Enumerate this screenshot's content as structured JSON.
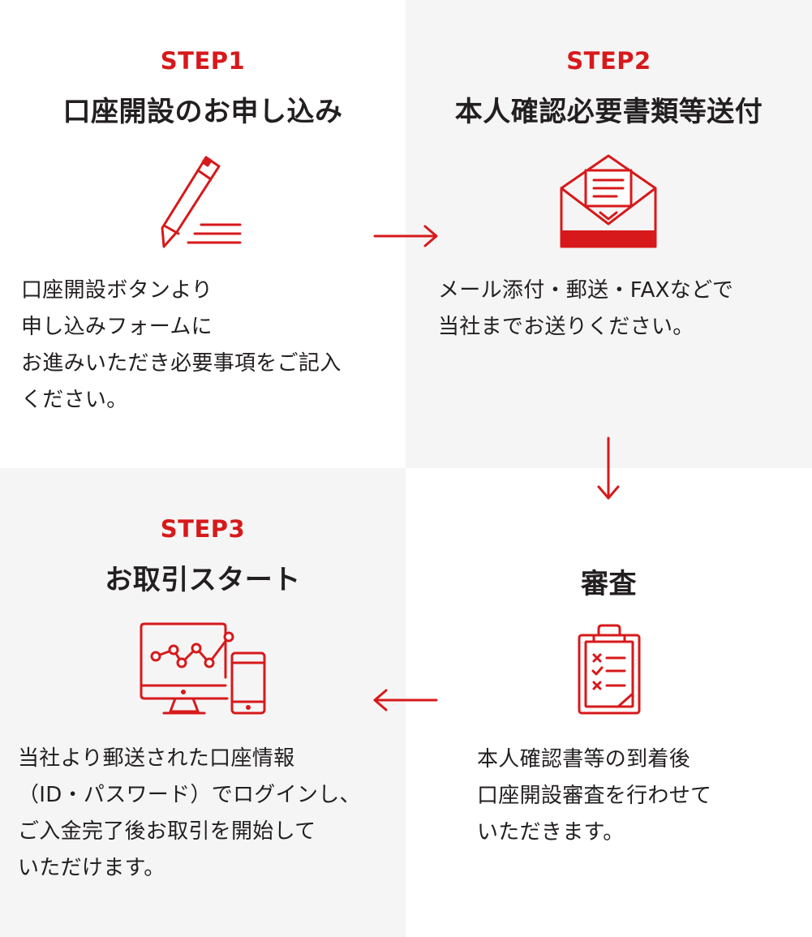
{
  "steps": [
    {
      "label": "STEP1",
      "title": "口座開設のお申し込み",
      "icon": "pencil-icon",
      "lines": [
        "口座開設ボタンより",
        "申し込みフォームに",
        "お進みいただき必要事項をご記入",
        "ください。"
      ]
    },
    {
      "label": "STEP2",
      "title": "本人確認必要書類等送付",
      "icon": "envelope-icon",
      "lines": [
        "メール添付・郵送・FAXなどで",
        "当社までお送りください。"
      ]
    },
    {
      "label": "",
      "title": "審査",
      "icon": "clipboard-checklist-icon",
      "lines": [
        "本人確認書等の到着後",
        "口座開設審査を行わせて",
        "いただきます。"
      ]
    },
    {
      "label": "STEP3",
      "title": "お取引スタート",
      "icon": "monitor-phone-chart-icon",
      "lines": [
        "当社より郵送された口座情報",
        "（ID・パスワード）でログインし、",
        "ご入金完了後お取引を開始して",
        "いただけます。"
      ]
    }
  ],
  "colors": {
    "accent": "#d7191b",
    "text": "#231f20",
    "panel_gray": "#f5f5f5",
    "panel_white": "#ffffff"
  }
}
